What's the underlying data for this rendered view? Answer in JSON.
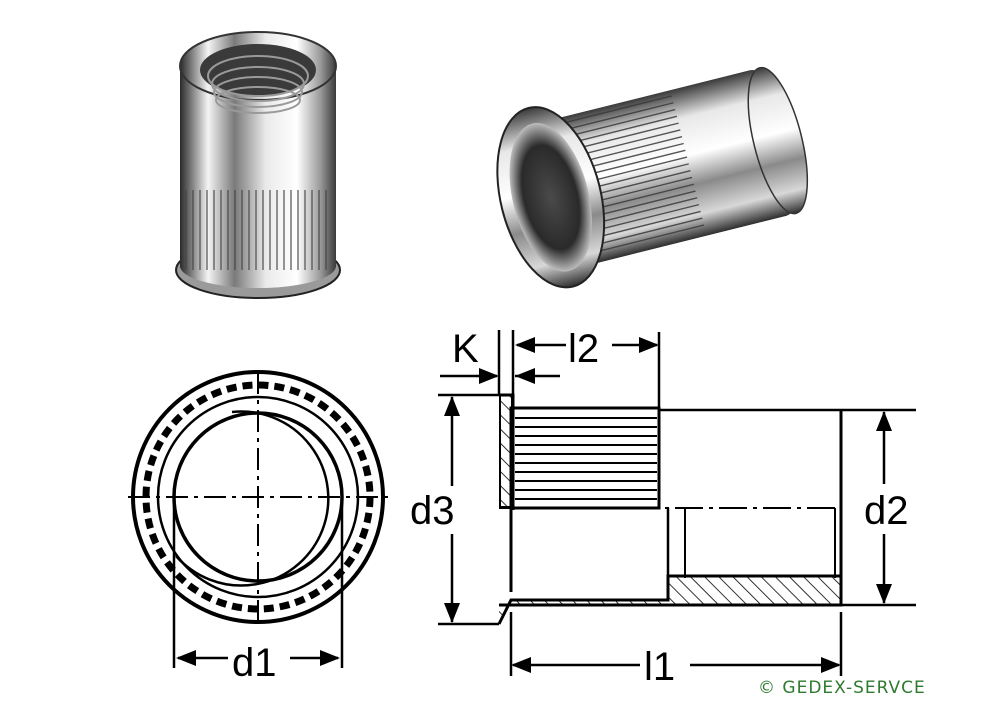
{
  "labels": {
    "k": "K",
    "l2": "l2",
    "d3": "d3",
    "d2": "d2",
    "d1": "d1",
    "l1": "l1"
  },
  "copyright": "© GEDEX-SERVCE",
  "colors": {
    "line": "#000000",
    "metal_dark": "#3a3a3a",
    "metal_light": "#f2f2f2",
    "copyright": "#2e7a2e"
  }
}
